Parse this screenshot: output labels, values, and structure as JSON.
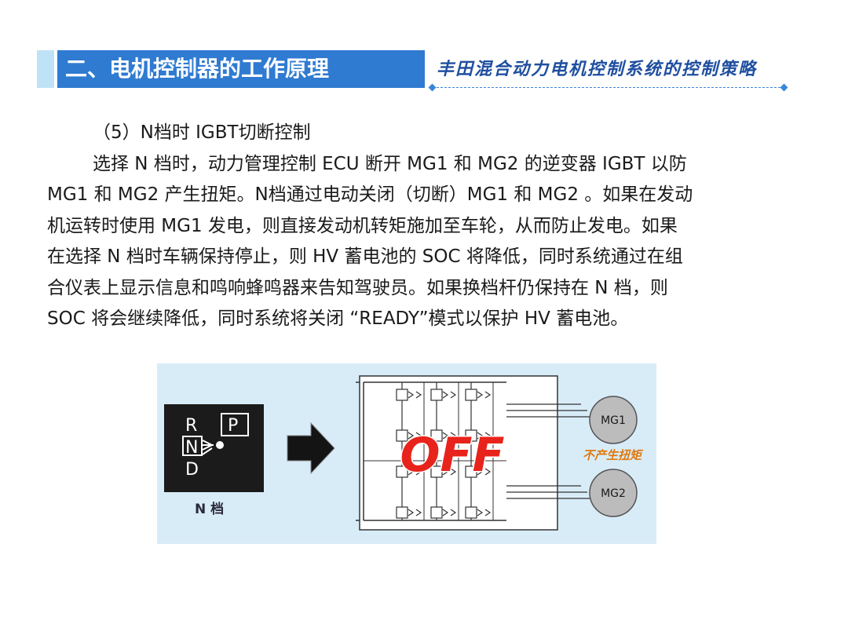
{
  "header": {
    "section_title": "二、电机控制器的工作原理",
    "subtitle": "丰田混合动力电机控制系统的控制策略"
  },
  "content": {
    "heading": "（5）N档时 IGBT切断控制",
    "paragraph_lines": [
      "选择 N 档时，动力管理控制 ECU 断开 MG1 和 MG2 的逆变器 IGBT 以防",
      "MG1 和 MG2 产生扭矩。N档通过电动关闭（切断）MG1 和 MG2 。如果在发动",
      "机运转时使用 MG1 发电，则直接发动机转矩施加至车轮，从而防止发电。如果",
      "在选择 N 档时车辆保持停止，则 HV 蓄电池的 SOC 将降低，同时系统通过在组",
      "合仪表上显示信息和鸣响蜂鸣器来告知驾驶员。如果换档杆仍保持在 N 档，则",
      "SOC 将会继续降低，同时系统将关闭 “READY”模式以保护 HV 蓄电池。"
    ]
  },
  "figure": {
    "shifter": {
      "r": "R",
      "p": "P",
      "n": "N",
      "d": "D",
      "caption": "N 档"
    },
    "inverter_status": "OFF",
    "motor1": "MG1",
    "motor2": "MG2",
    "note": "不产生扭矩",
    "colors": {
      "off_red": "#e8231b",
      "note_orange": "#e07a10",
      "bg": "#d8ecf8"
    }
  }
}
